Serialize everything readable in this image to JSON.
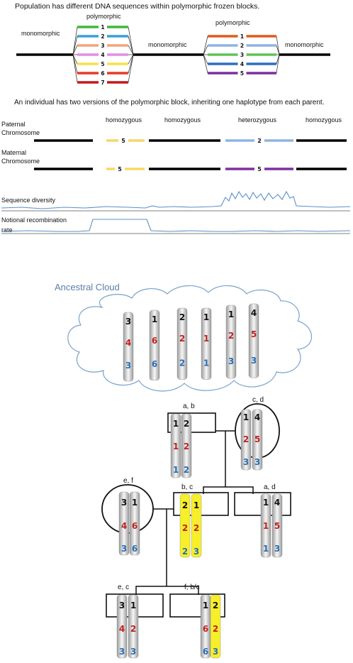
{
  "top_panel": {
    "title": "Population has different  DNA sequences  within polymorphic frozen blocks.",
    "monomorphic_left": "monomorphic",
    "polymorphic_1": "polymorphic",
    "monomorphic_mid": "monomorphic",
    "polymorphic_2": "polymorphic",
    "monomorphic_right": "monomorphic",
    "block1_haplotypes": [
      {
        "num": "1",
        "color": "#3cb93c"
      },
      {
        "num": "2",
        "color": "#3aa0d8"
      },
      {
        "num": "3",
        "color": "#f4a37a"
      },
      {
        "num": "4",
        "color": "#e48ce4"
      },
      {
        "num": "5",
        "color": "#f7e14a"
      },
      {
        "num": "6",
        "color": "#e8392a"
      },
      {
        "num": "7",
        "color": "#c2181c"
      }
    ],
    "block2_haplotypes": [
      {
        "num": "1",
        "color": "#e05a1c"
      },
      {
        "num": "2",
        "color": "#8fb3e2"
      },
      {
        "num": "3",
        "color": "#5fc35a"
      },
      {
        "num": "4",
        "color": "#2b6fbf"
      },
      {
        "num": "5",
        "color": "#7d2f9e"
      }
    ]
  },
  "chromosome_panel": {
    "caption": "An individual has two versions of the polymorphic block, inheriting one haplotype from each parent.",
    "paternal_label_1": "Paternal",
    "paternal_label_2": "Chromosome",
    "maternal_label_1": "Maternal",
    "maternal_label_2": "Chromosome",
    "zygosity": [
      "homozygous",
      "homozygous",
      "heterozygous",
      "homozygous"
    ],
    "paternal_block1_num": "5",
    "paternal_block2_num": "2",
    "maternal_block1_num": "5",
    "maternal_block2_num": "5",
    "colors": {
      "yellow": "#f7d76a",
      "blue": "#8fb3e2",
      "purple": "#7d2f9e"
    }
  },
  "traces": {
    "diversity_label": "Sequence diversity",
    "recomb_label_1": "Notional recombination",
    "recomb_label_2": "rate",
    "line_color": "#5b8fc7"
  },
  "cloud": {
    "title": "Ancestral Cloud",
    "title_color": "#5a7fa8",
    "haplotypes": [
      [
        "3",
        "4",
        "3"
      ],
      [
        "1",
        "6",
        "6"
      ],
      [
        "2",
        "2",
        "2"
      ],
      [
        "1",
        "1",
        "1"
      ],
      [
        "1",
        "2",
        "3"
      ],
      [
        "4",
        "5",
        "3"
      ]
    ]
  },
  "pedigree": {
    "digit_colors": {
      "top": "#111111",
      "middle": "#c0211f",
      "bottom": "#2a6db5"
    },
    "highlight_color": "#f6ef2a",
    "labels": {
      "ab": "a, b",
      "cd": "c, d",
      "ef": "e, f",
      "bc": "b, c",
      "ad": "a, d",
      "ec": "e, c",
      "fbc": "f, b/c"
    },
    "individuals": {
      "ab": [
        [
          "1",
          "1",
          "1"
        ],
        [
          "2",
          "2",
          "2"
        ]
      ],
      "cd": [
        [
          "1",
          "2",
          "3"
        ],
        [
          "4",
          "5",
          "3"
        ]
      ],
      "ef": [
        [
          "3",
          "4",
          "3"
        ],
        [
          "1",
          "6",
          "6"
        ]
      ],
      "bc": [
        [
          "2",
          "2",
          "2"
        ],
        [
          "1",
          "2",
          "3"
        ]
      ],
      "ad": [
        [
          "1",
          "1",
          "1"
        ],
        [
          "4",
          "5",
          "3"
        ]
      ],
      "ec": [
        [
          "3",
          "4",
          "3"
        ],
        [
          "1",
          "2",
          "3"
        ]
      ],
      "fbc": [
        [
          "1",
          "6",
          "6"
        ],
        [
          "2",
          "2",
          "3"
        ]
      ]
    }
  }
}
